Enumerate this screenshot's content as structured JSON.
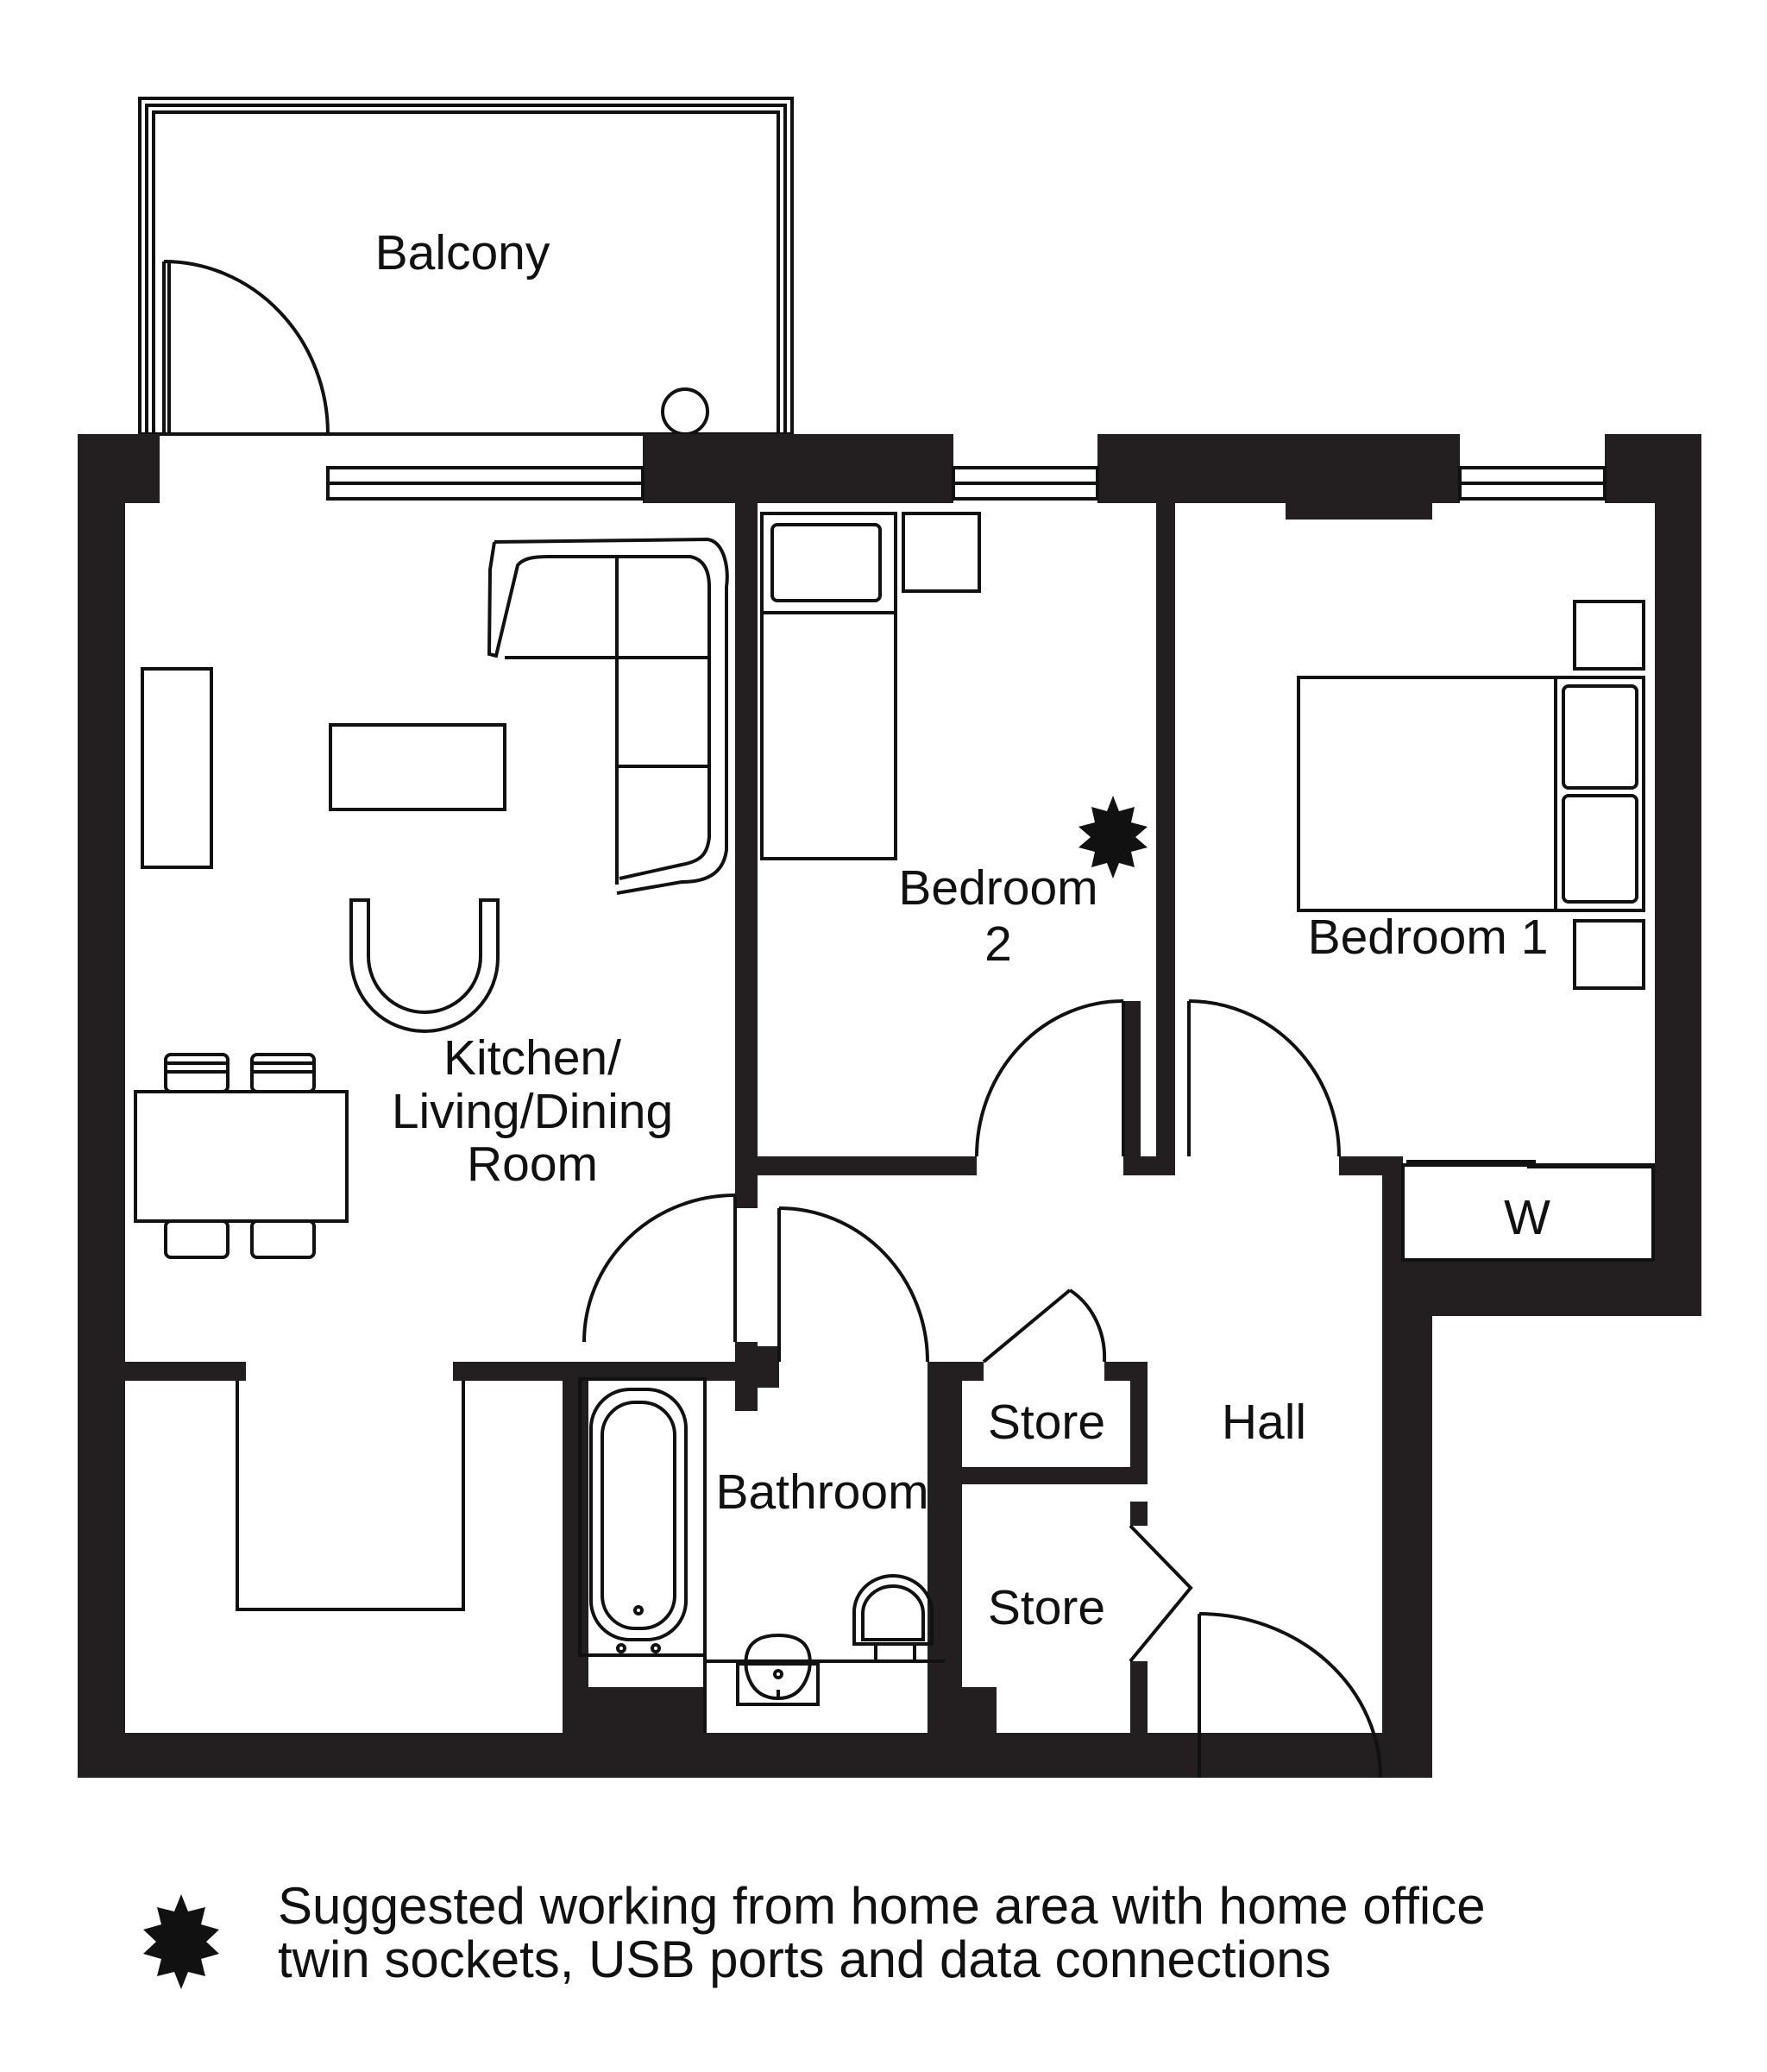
{
  "rooms": {
    "balcony": "Balcony",
    "bedroom2_line1": "Bedroom",
    "bedroom2_line2": "2",
    "bedroom1": "Bedroom 1",
    "kitchen_line1": "Kitchen/",
    "kitchen_line2": "Living/Dining",
    "kitchen_line3": "Room",
    "wardrobe": "W",
    "store_upper": "Store",
    "store_lower": "Store",
    "hall": "Hall",
    "bathroom": "Bathroom"
  },
  "legend": {
    "icon": "starburst-icon",
    "line1": "Suggested working from home area with home office",
    "line2": "twin sockets, USB ports and data connections"
  },
  "colors": {
    "wall": "#231f20",
    "line": "#111111",
    "background": "#ffffff"
  }
}
